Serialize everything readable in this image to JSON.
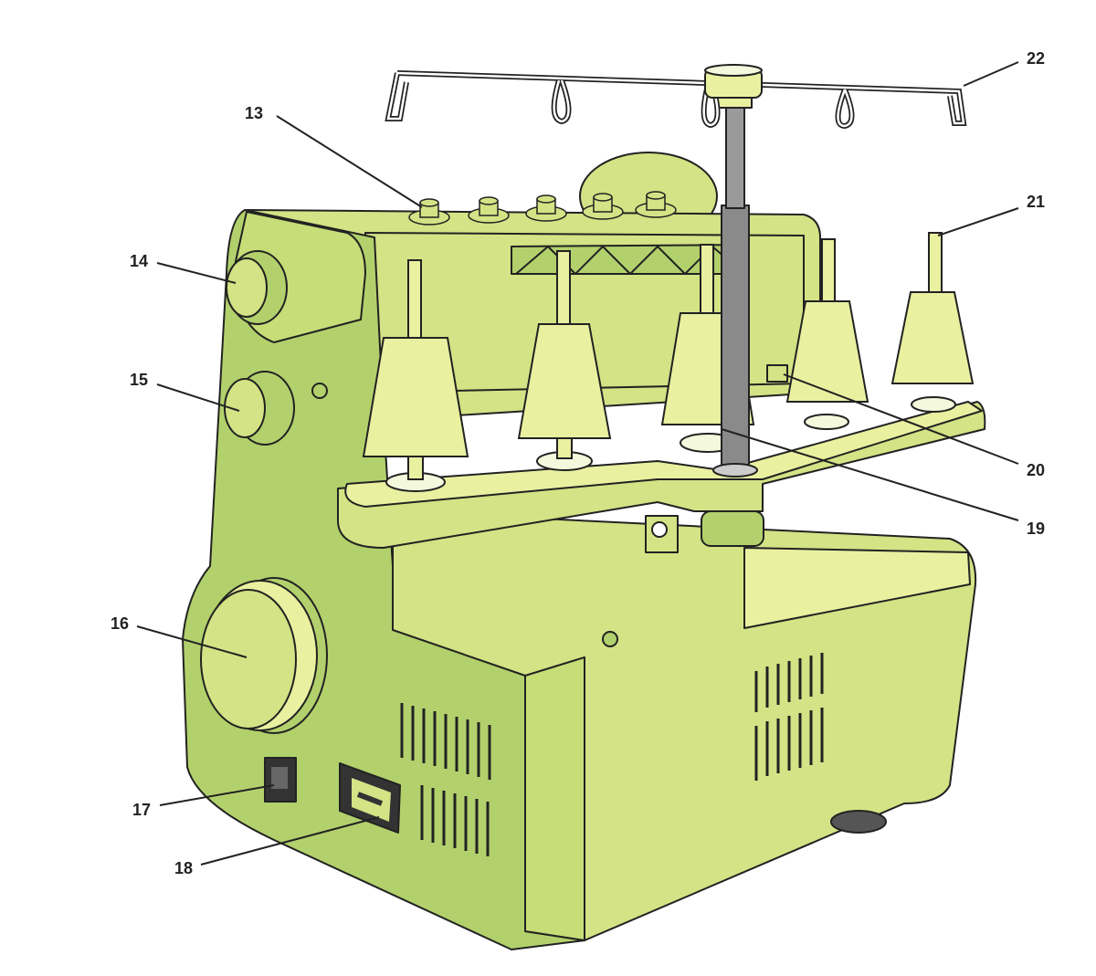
{
  "diagram": {
    "subject": "serger-machine-rear-view",
    "colors": {
      "body_light": "#d3e385",
      "body_mid": "#b2d16c",
      "body_pale": "#e9f0a0",
      "highlight": "#f4f8dc",
      "pole": "#8a8a8a",
      "outline": "#222222"
    },
    "callouts": [
      {
        "id": "13",
        "label": "13"
      },
      {
        "id": "14",
        "label": "14"
      },
      {
        "id": "15",
        "label": "15"
      },
      {
        "id": "16",
        "label": "16"
      },
      {
        "id": "17",
        "label": "17"
      },
      {
        "id": "18",
        "label": "18"
      },
      {
        "id": "19",
        "label": "19"
      },
      {
        "id": "20",
        "label": "20"
      },
      {
        "id": "21",
        "label": "21"
      },
      {
        "id": "22",
        "label": "22"
      }
    ]
  }
}
